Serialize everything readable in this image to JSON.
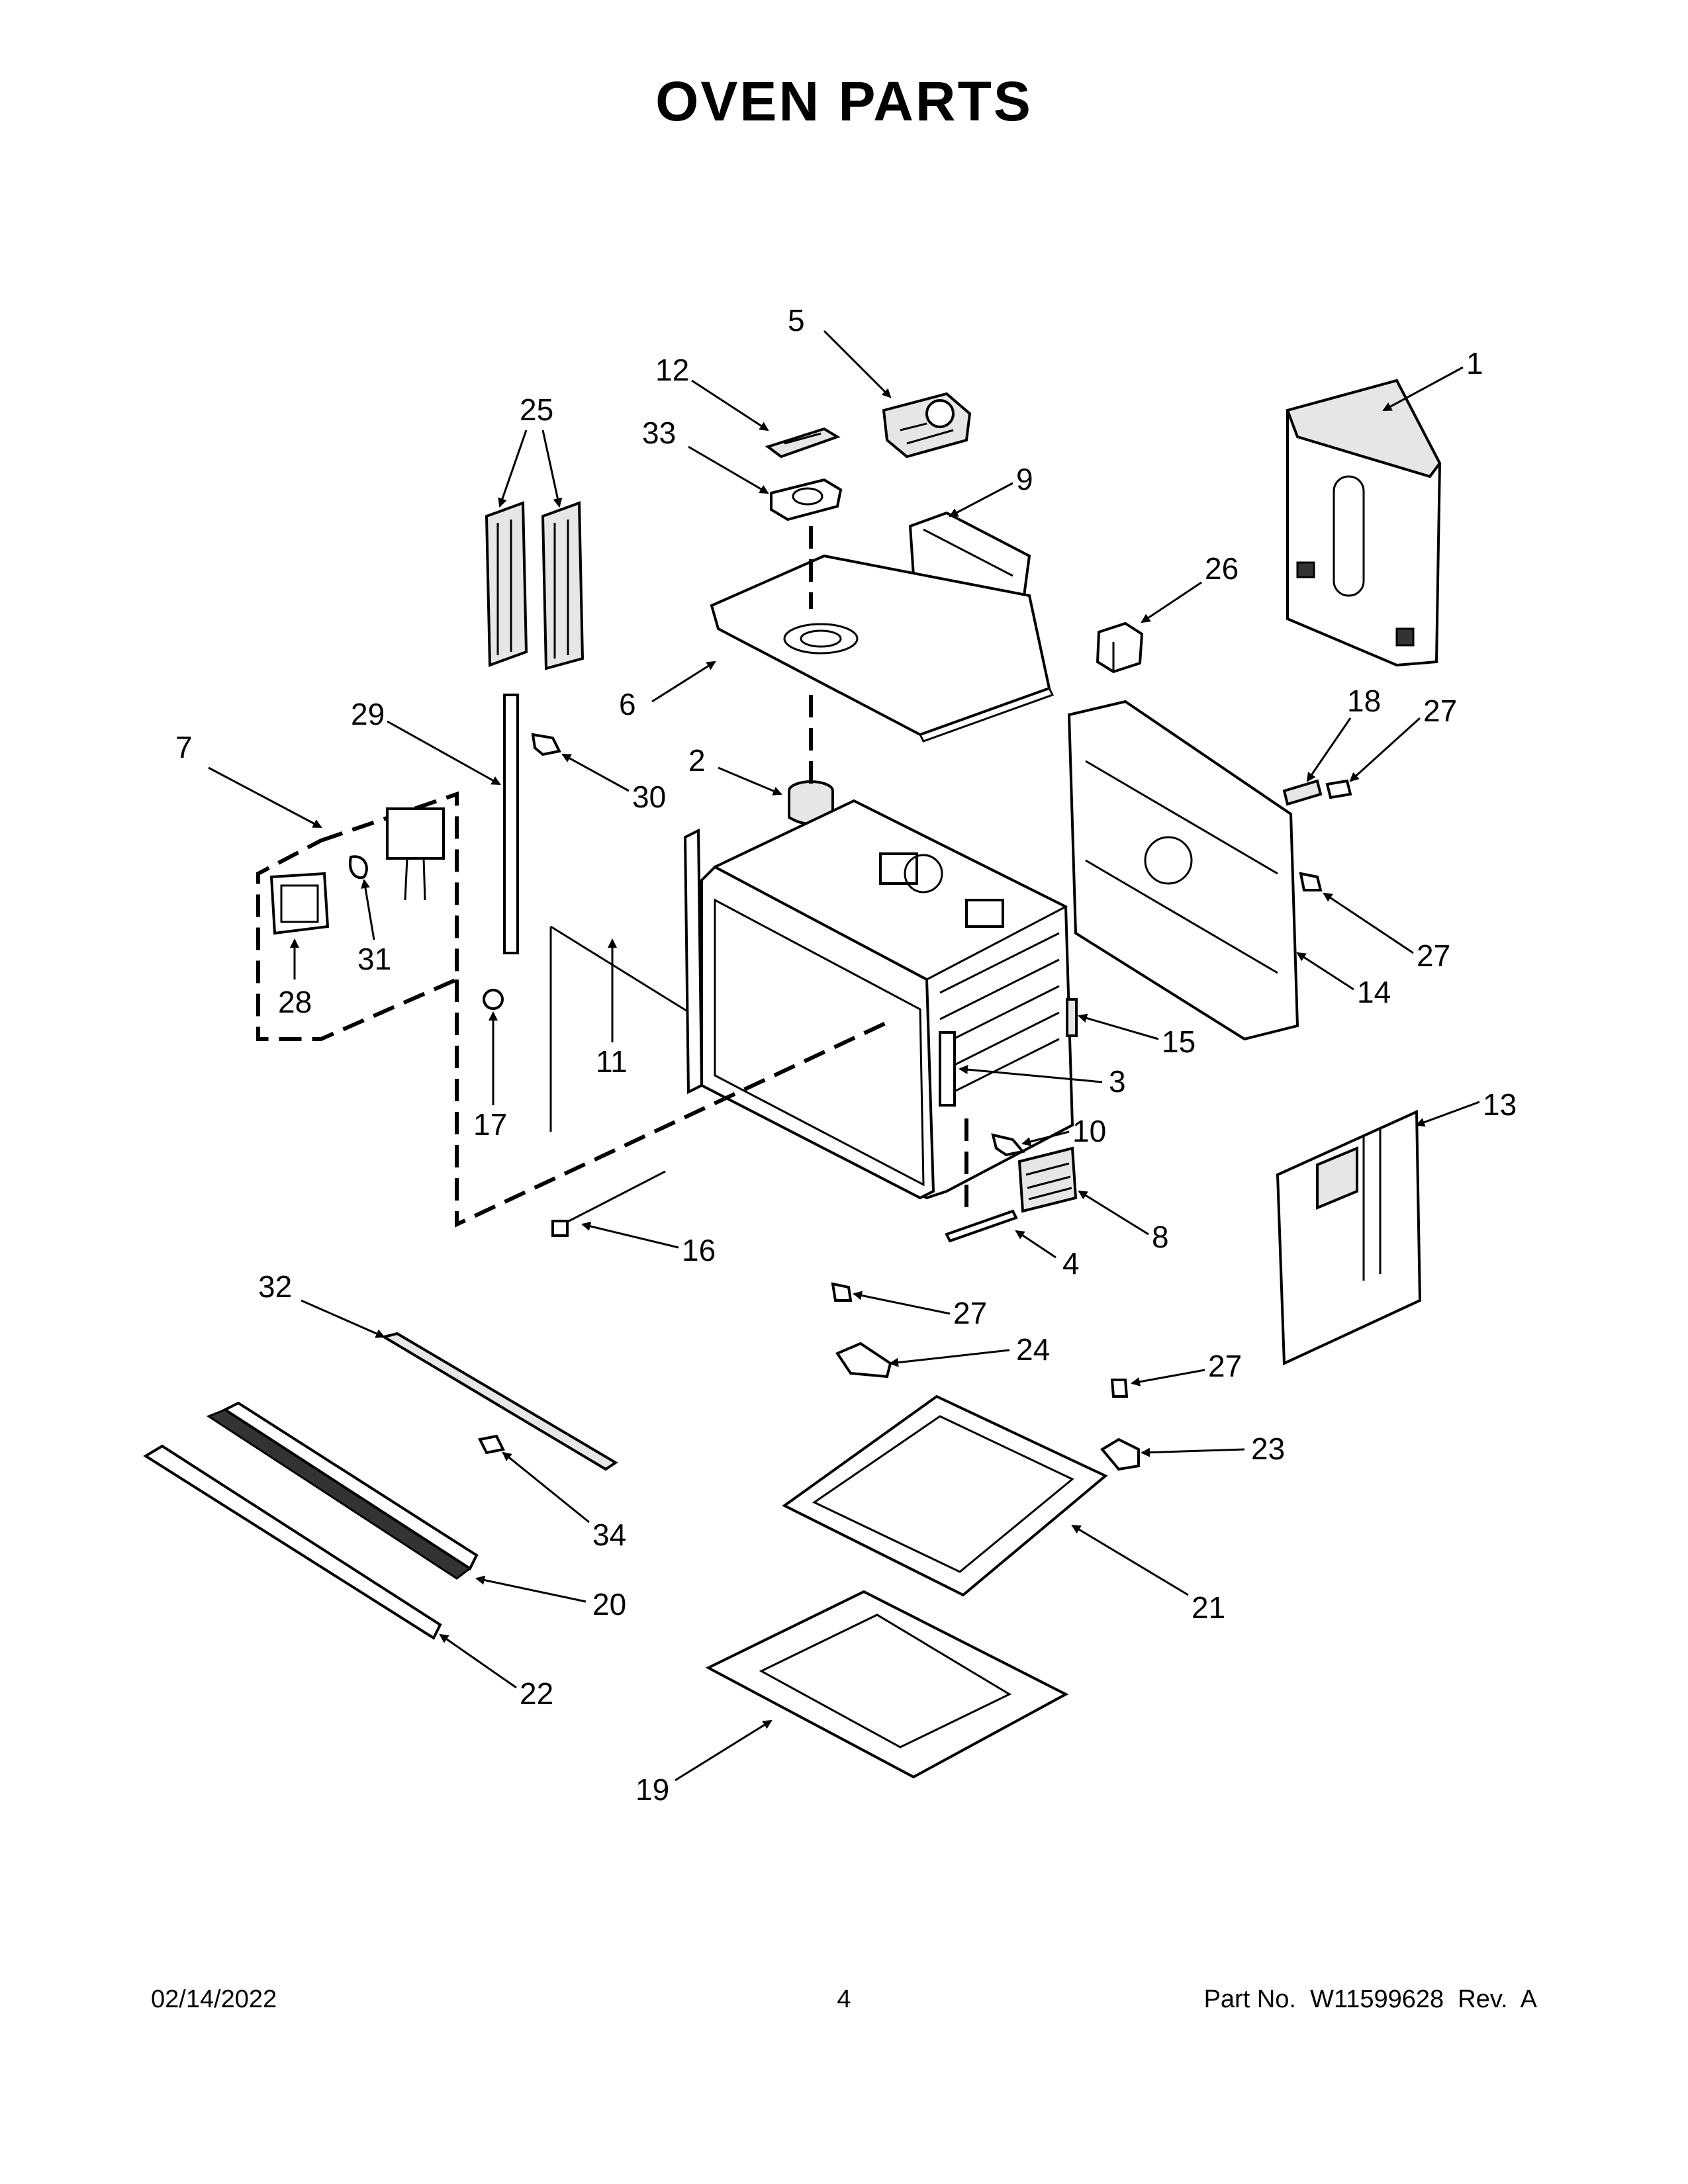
{
  "title": "OVEN PARTS",
  "callouts": [
    {
      "id": "1",
      "label": "1"
    },
    {
      "id": "2",
      "label": "2"
    },
    {
      "id": "3",
      "label": "3"
    },
    {
      "id": "4",
      "label": "4"
    },
    {
      "id": "5",
      "label": "5"
    },
    {
      "id": "6",
      "label": "6"
    },
    {
      "id": "7",
      "label": "7"
    },
    {
      "id": "8",
      "label": "8"
    },
    {
      "id": "9",
      "label": "9"
    },
    {
      "id": "10",
      "label": "10"
    },
    {
      "id": "11",
      "label": "11"
    },
    {
      "id": "12",
      "label": "12"
    },
    {
      "id": "13",
      "label": "13"
    },
    {
      "id": "14",
      "label": "14"
    },
    {
      "id": "15",
      "label": "15"
    },
    {
      "id": "16",
      "label": "16"
    },
    {
      "id": "17",
      "label": "17"
    },
    {
      "id": "18",
      "label": "18"
    },
    {
      "id": "19",
      "label": "19"
    },
    {
      "id": "20",
      "label": "20"
    },
    {
      "id": "21",
      "label": "21"
    },
    {
      "id": "22",
      "label": "22"
    },
    {
      "id": "23",
      "label": "23"
    },
    {
      "id": "24",
      "label": "24"
    },
    {
      "id": "25",
      "label": "25"
    },
    {
      "id": "26",
      "label": "26"
    },
    {
      "id": "27a",
      "label": "27"
    },
    {
      "id": "27b",
      "label": "27"
    },
    {
      "id": "27c",
      "label": "27"
    },
    {
      "id": "27d",
      "label": "27"
    },
    {
      "id": "28",
      "label": "28"
    },
    {
      "id": "29",
      "label": "29"
    },
    {
      "id": "30",
      "label": "30"
    },
    {
      "id": "31",
      "label": "31"
    },
    {
      "id": "32",
      "label": "32"
    },
    {
      "id": "33",
      "label": "33"
    },
    {
      "id": "34",
      "label": "34"
    }
  ],
  "footer": {
    "date": "02/14/2022",
    "page": "4",
    "part_number": "Part No.  W11599628  Rev.  A"
  }
}
